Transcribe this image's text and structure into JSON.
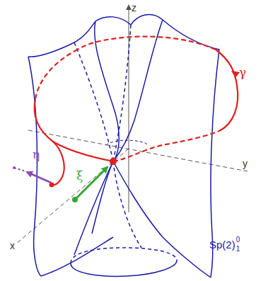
{
  "diagram": {
    "labels": [
      "z",
      "y",
      "x",
      "γ",
      "η",
      "ξ",
      "Sp(2)",
      "0",
      "1"
    ]
  }
}
